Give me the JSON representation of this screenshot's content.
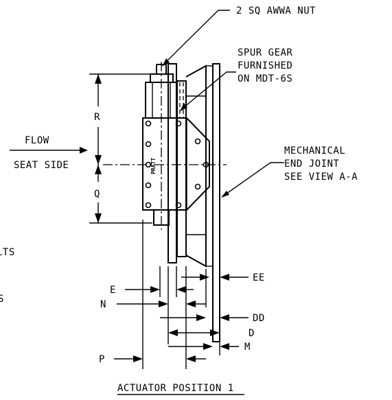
{
  "labels": {
    "nut": "2 SQ AWWA NUT",
    "spur_1": "SPUR GEAR",
    "spur_2": "FURNISHED",
    "spur_3": "ON MDT-6S",
    "flow": "FLOW",
    "seat_side": "SEAT SIDE",
    "mech_1": "MECHANICAL",
    "mech_2": "END JOINT",
    "mech_3": "SEE VIEW A-A",
    "r": "R",
    "q": "Q",
    "e": "E",
    "n": "N",
    "ee": "EE",
    "dd": "DD",
    "d": "D",
    "m": "M",
    "p": "P",
    "edge_1": "LTS",
    "edge_2": "S",
    "brand": "PRATT",
    "view_title": "ACTUATOR POSITION 1"
  }
}
